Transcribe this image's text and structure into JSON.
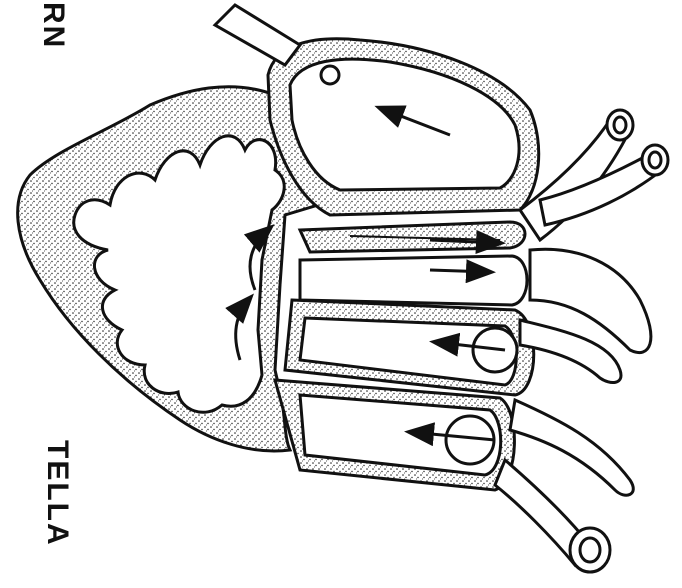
{
  "figure": {
    "labels": {
      "top_fragment": "RN",
      "bottom_fragment": "TELLA"
    },
    "colors": {
      "ink": "#111111",
      "paper": "#ffffff"
    },
    "parts": [
      "ventricle",
      "bulbus",
      "atria",
      "sinus-venosus",
      "vessels"
    ]
  }
}
